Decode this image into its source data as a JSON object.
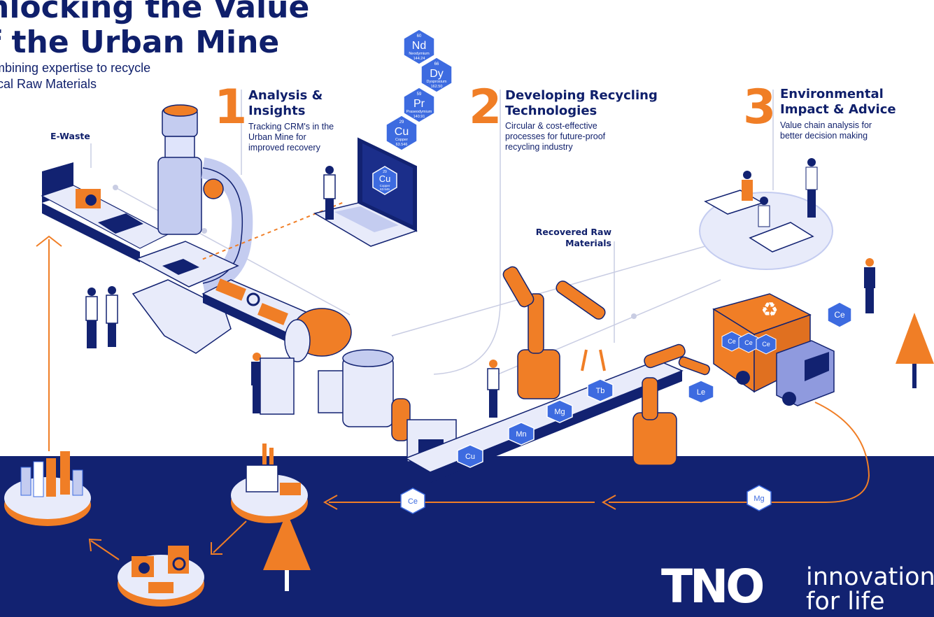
{
  "header": {
    "title": "nlocking the Value\nf the Urban Mine",
    "subtitle": "mbining expertise to recycle\nical Raw Materials"
  },
  "steps": [
    {
      "number": "1",
      "title": "Analysis &\nInsights",
      "description": "Tracking CRM's in the\nUrban Mine for\nimproved recovery"
    },
    {
      "number": "2",
      "title": "Developing Recycling\nTechnologies",
      "description": "Circular & cost-effective\nprocesses for future-proof\nrecycling industry"
    },
    {
      "number": "3",
      "title": "Environmental\nImpact & Advice",
      "description": "Value chain analysis for\nbetter decision making"
    }
  ],
  "labels": {
    "e_waste": "E-Waste",
    "recovered": "Recovered Raw\nMaterials"
  },
  "elements": [
    {
      "symbol": "Nd",
      "number": "60",
      "name": "Neodymium",
      "mass": "144.24"
    },
    {
      "symbol": "Dy",
      "number": "66",
      "name": "Dysprosium",
      "mass": "162.50"
    },
    {
      "symbol": "Pr",
      "number": "59",
      "name": "Praseodymium",
      "mass": "140.91"
    },
    {
      "symbol": "Cu",
      "number": "29",
      "name": "Copper",
      "mass": "63.546"
    }
  ],
  "laptop_element": {
    "symbol": "Cu",
    "number": "29",
    "name": "Copper",
    "mass": "63.546"
  },
  "belt_materials": [
    "Cu",
    "Mn",
    "Mg",
    "Tb",
    "Le"
  ],
  "truck_materials": [
    "Ce",
    "Ce",
    "Ce"
  ],
  "pallet_material": "Ce",
  "flow_materials": [
    "Ce",
    "Mg"
  ],
  "brand": {
    "logo": "TNO",
    "tagline": "innovation\nfor life"
  },
  "colors": {
    "navy": "#122271",
    "orange": "#f07e26",
    "blue": "#3d6be0",
    "light": "#e8ebfa"
  }
}
